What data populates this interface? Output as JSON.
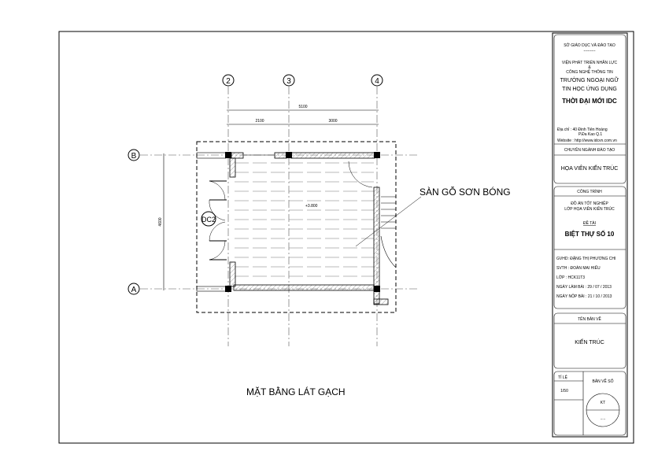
{
  "plan": {
    "axes_vertical": [
      "2",
      "3",
      "4"
    ],
    "axes_horizontal": [
      "B",
      "A"
    ],
    "dim_total": "5100",
    "dim_left": "2100",
    "dim_right": "3000",
    "dim_vertical": "4600",
    "level": "+3.800",
    "door_tag": "DC2",
    "annotation": "SÀN GỖ SƠN BÓNG",
    "drawing_title": "MẶT BẰNG LÁT GẠCH"
  },
  "title_block": {
    "dept": "SỞ GIÁO DỤC VÀ ĐÀO TẠO",
    "dashes": "---------",
    "institute1": "VIỆN PHÁT TRIỂN NHÂN LỰC",
    "amp": "&",
    "institute2": "CÔNG NGHỆ THÔNG TIN",
    "school1": "TRƯỜNG NGOẠI NGỮ",
    "school2": "TIN HỌC ỨNG DỤNG",
    "brand": "THỜI ĐẠI MỚI IDC",
    "address1": "Địa chỉ  : 40 Đinh Tiên Hoàng",
    "address2": "P.Đa Kao   Q.1",
    "website": "Website : http://www.idcvn.com.vn",
    "major_label": "CHUYÊN NGÀNH ĐÀO TẠO",
    "major": "HỌA VIÊN KIẾN TRÚC",
    "project_label": "CÔNG TRÌNH",
    "project1": "ĐỒ ÁN TỐT NGHIỆP",
    "project2": "LỚP HỌA VIÊN KIẾN TRÚC",
    "topic_label": "ĐỀ TÀI",
    "topic": "BIỆT THỰ SỐ 10",
    "gvhd": "GVHD: ĐẶNG THỊ PHƯƠNG CHI",
    "svth": "SVTH :  ĐOÀN MAI HIẾU",
    "class": "LỚP    :  HCK11T3",
    "date_start": "NGÀY LÀM BÀI    :  29 / 07 / 2013",
    "date_submit": "NGÀY NỘP BÀI    :  21 / 10 / 2013",
    "sheet_name_label": "TÊN BẢN VẼ",
    "sheet_name": "KIẾN TRÚC",
    "scale_label": "TỈ LỆ",
    "scale": "1/50",
    "sheet_no_label": "BẢN VẼ SỐ",
    "sheet_code": "KT",
    "sheet_no": "....."
  }
}
